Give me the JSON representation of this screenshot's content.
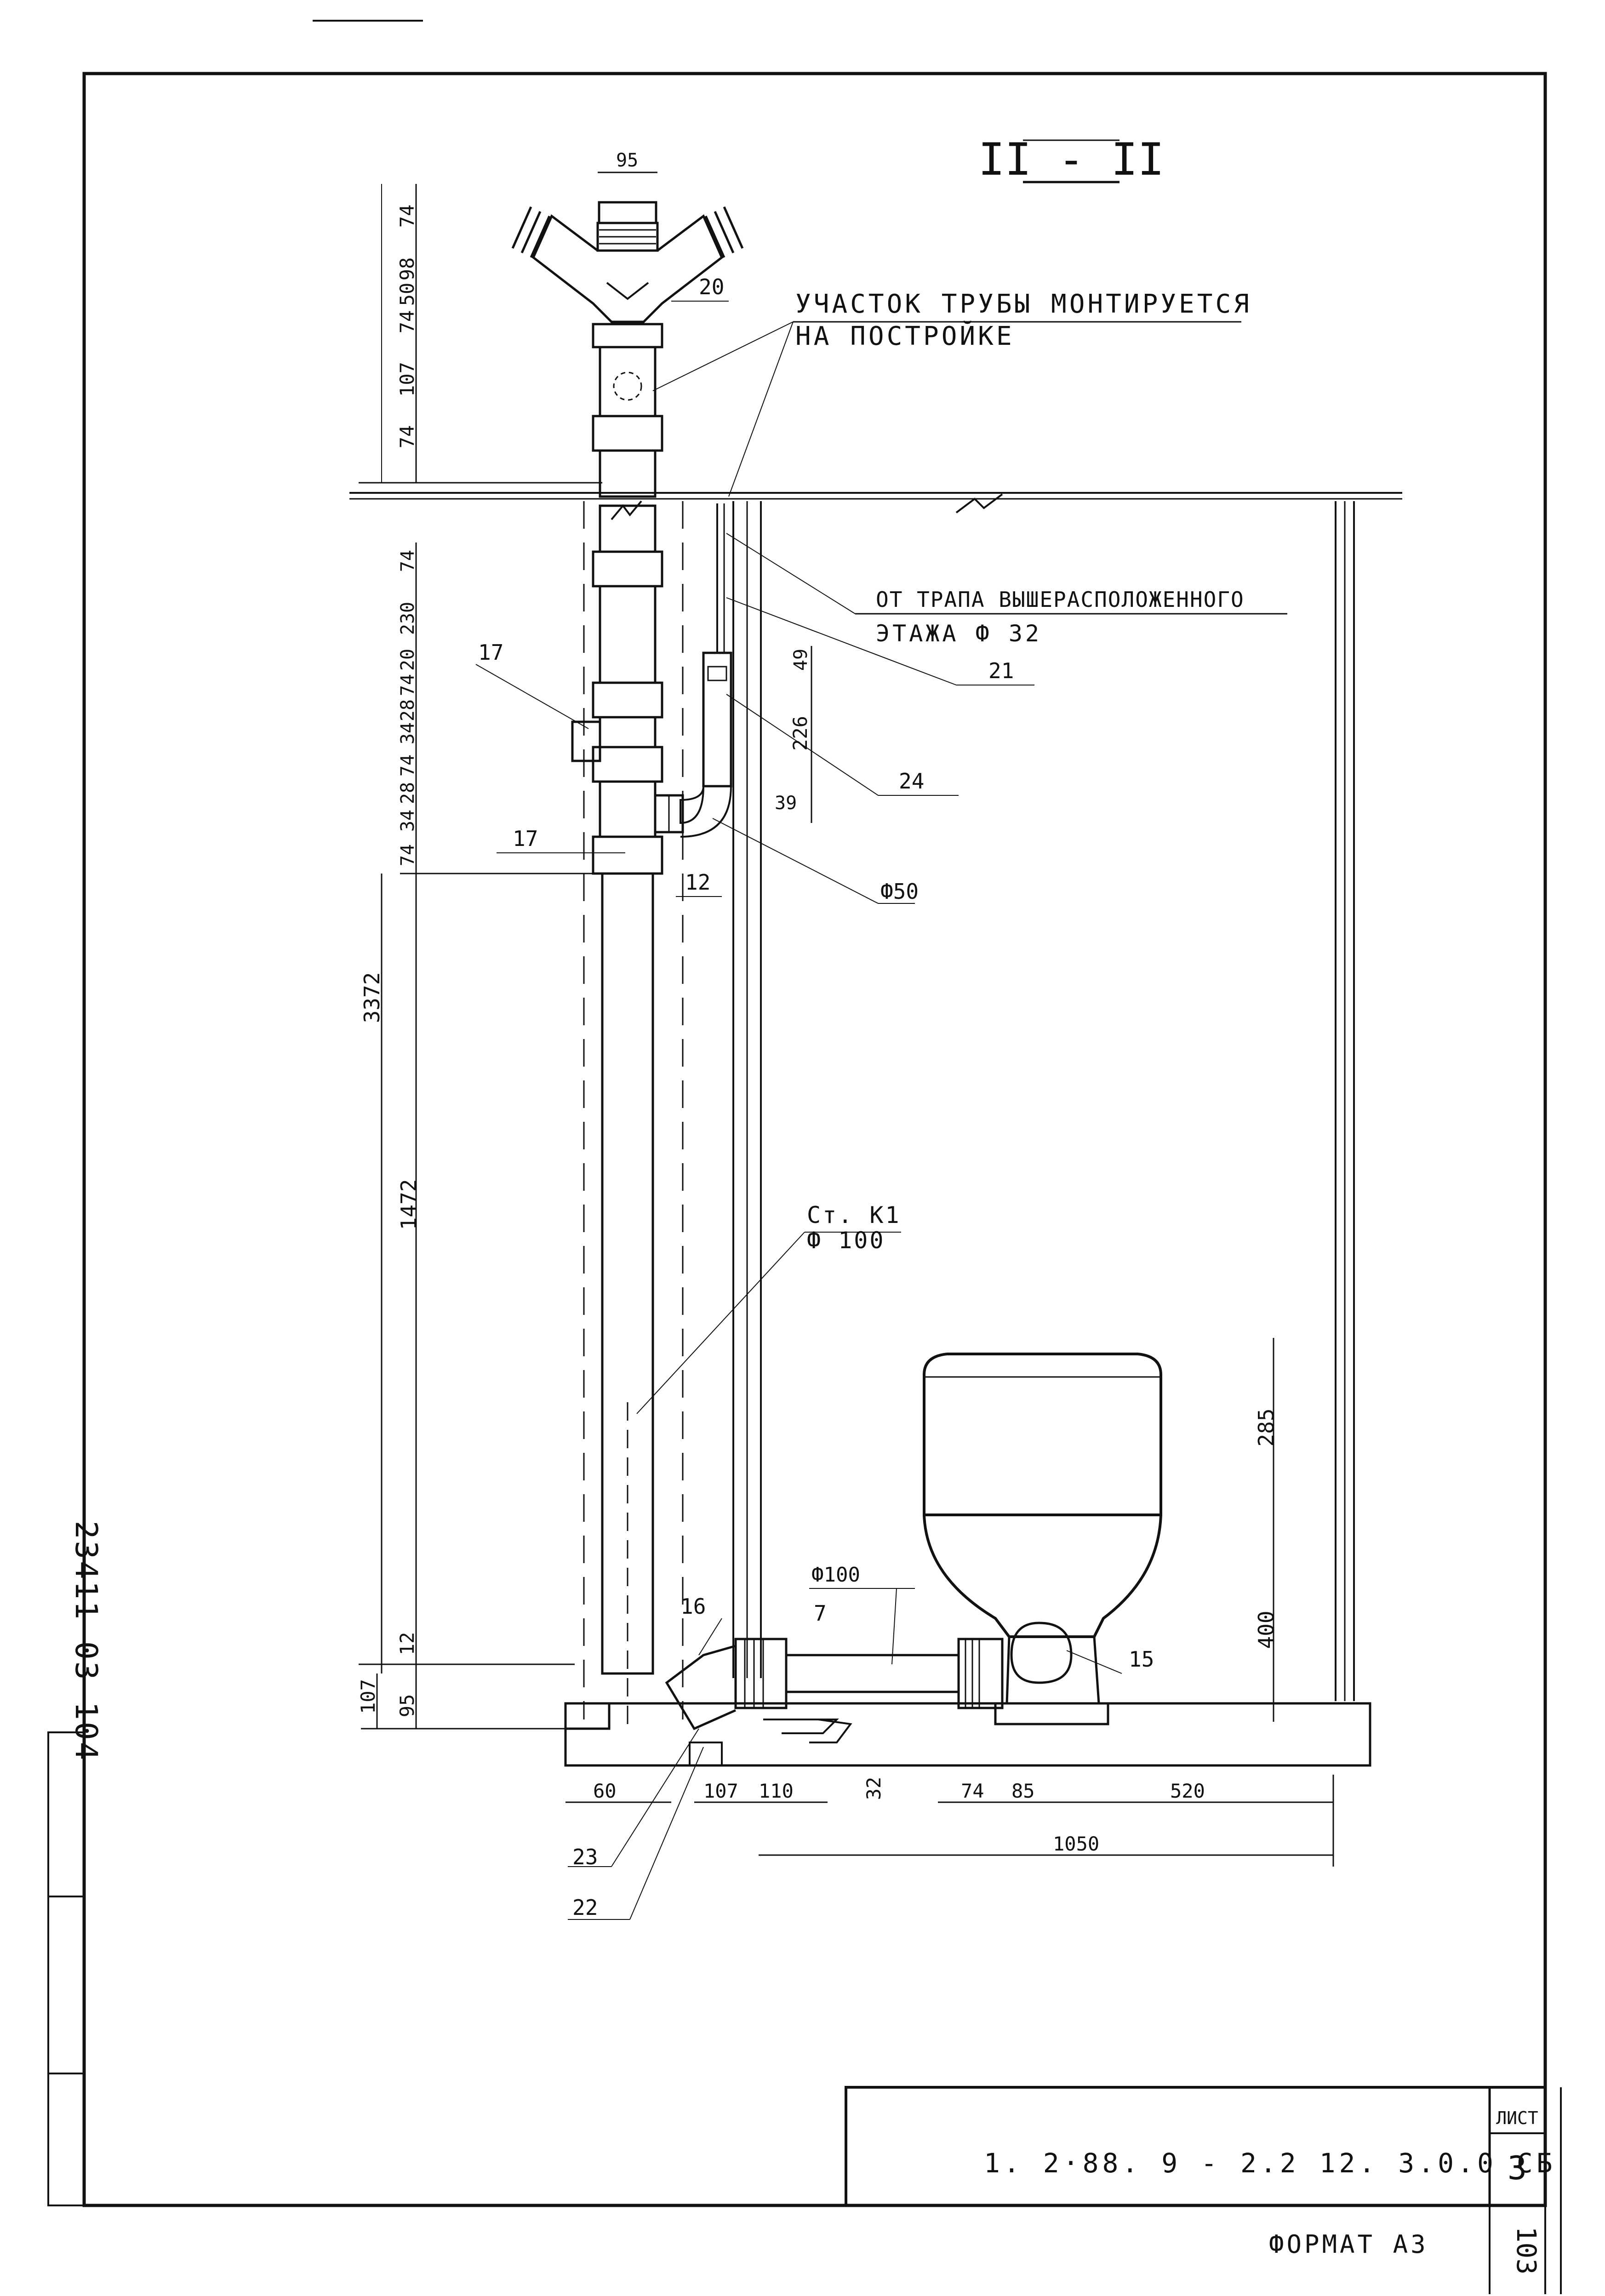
{
  "section_title": "II - II",
  "notes": {
    "assembled_on_site_line1": "УЧАСТОК ТРУБЫ МОНТИРУЕТСЯ",
    "assembled_on_site_line2": "НА ПОСТРОЙКЕ",
    "from_trap_line1": "ОТ ТРАПА ВЫШЕРАСПОЛОЖЕННОГО",
    "from_trap_line2": "ЭТАЖА Ф 32",
    "riser_line1": "Ст. К1",
    "riser_line2": "Ф 100"
  },
  "labels": {
    "diam_50": "Ф50",
    "diam_100": "Ф100"
  },
  "callouts": [
    "20",
    "21",
    "17",
    "24",
    "17",
    "12",
    "16",
    "7",
    "15",
    "23",
    "22"
  ],
  "dims_vertical_left": {
    "top": [
      "74",
      "98",
      "74",
      "50",
      "107",
      "74"
    ],
    "upper_pipe": [
      "74",
      "230",
      "20",
      "74",
      "28",
      "34",
      "74",
      "28",
      "34",
      "74"
    ],
    "total": "3372",
    "lower": "1472",
    "floor": [
      "12",
      "107",
      "95"
    ]
  },
  "dims_small": {
    "top_width": "95",
    "trap": [
      "49",
      "226",
      "39"
    ]
  },
  "dims_wc": {
    "tank": "285",
    "bowl": "400"
  },
  "dims_bottom": [
    "60",
    "107",
    "110",
    "32",
    "74",
    "85",
    "520",
    "1050"
  ],
  "stamp": {
    "doc_code": "1. 2·88. 9 - 2.2 12. 3.0.0 СБ",
    "sheet_label": "ЛИСТ",
    "sheet_number": "3",
    "format": "ФОРМАТ А3",
    "page_number": "103"
  },
  "margin_text": {
    "inventory": "23411-03 104"
  }
}
